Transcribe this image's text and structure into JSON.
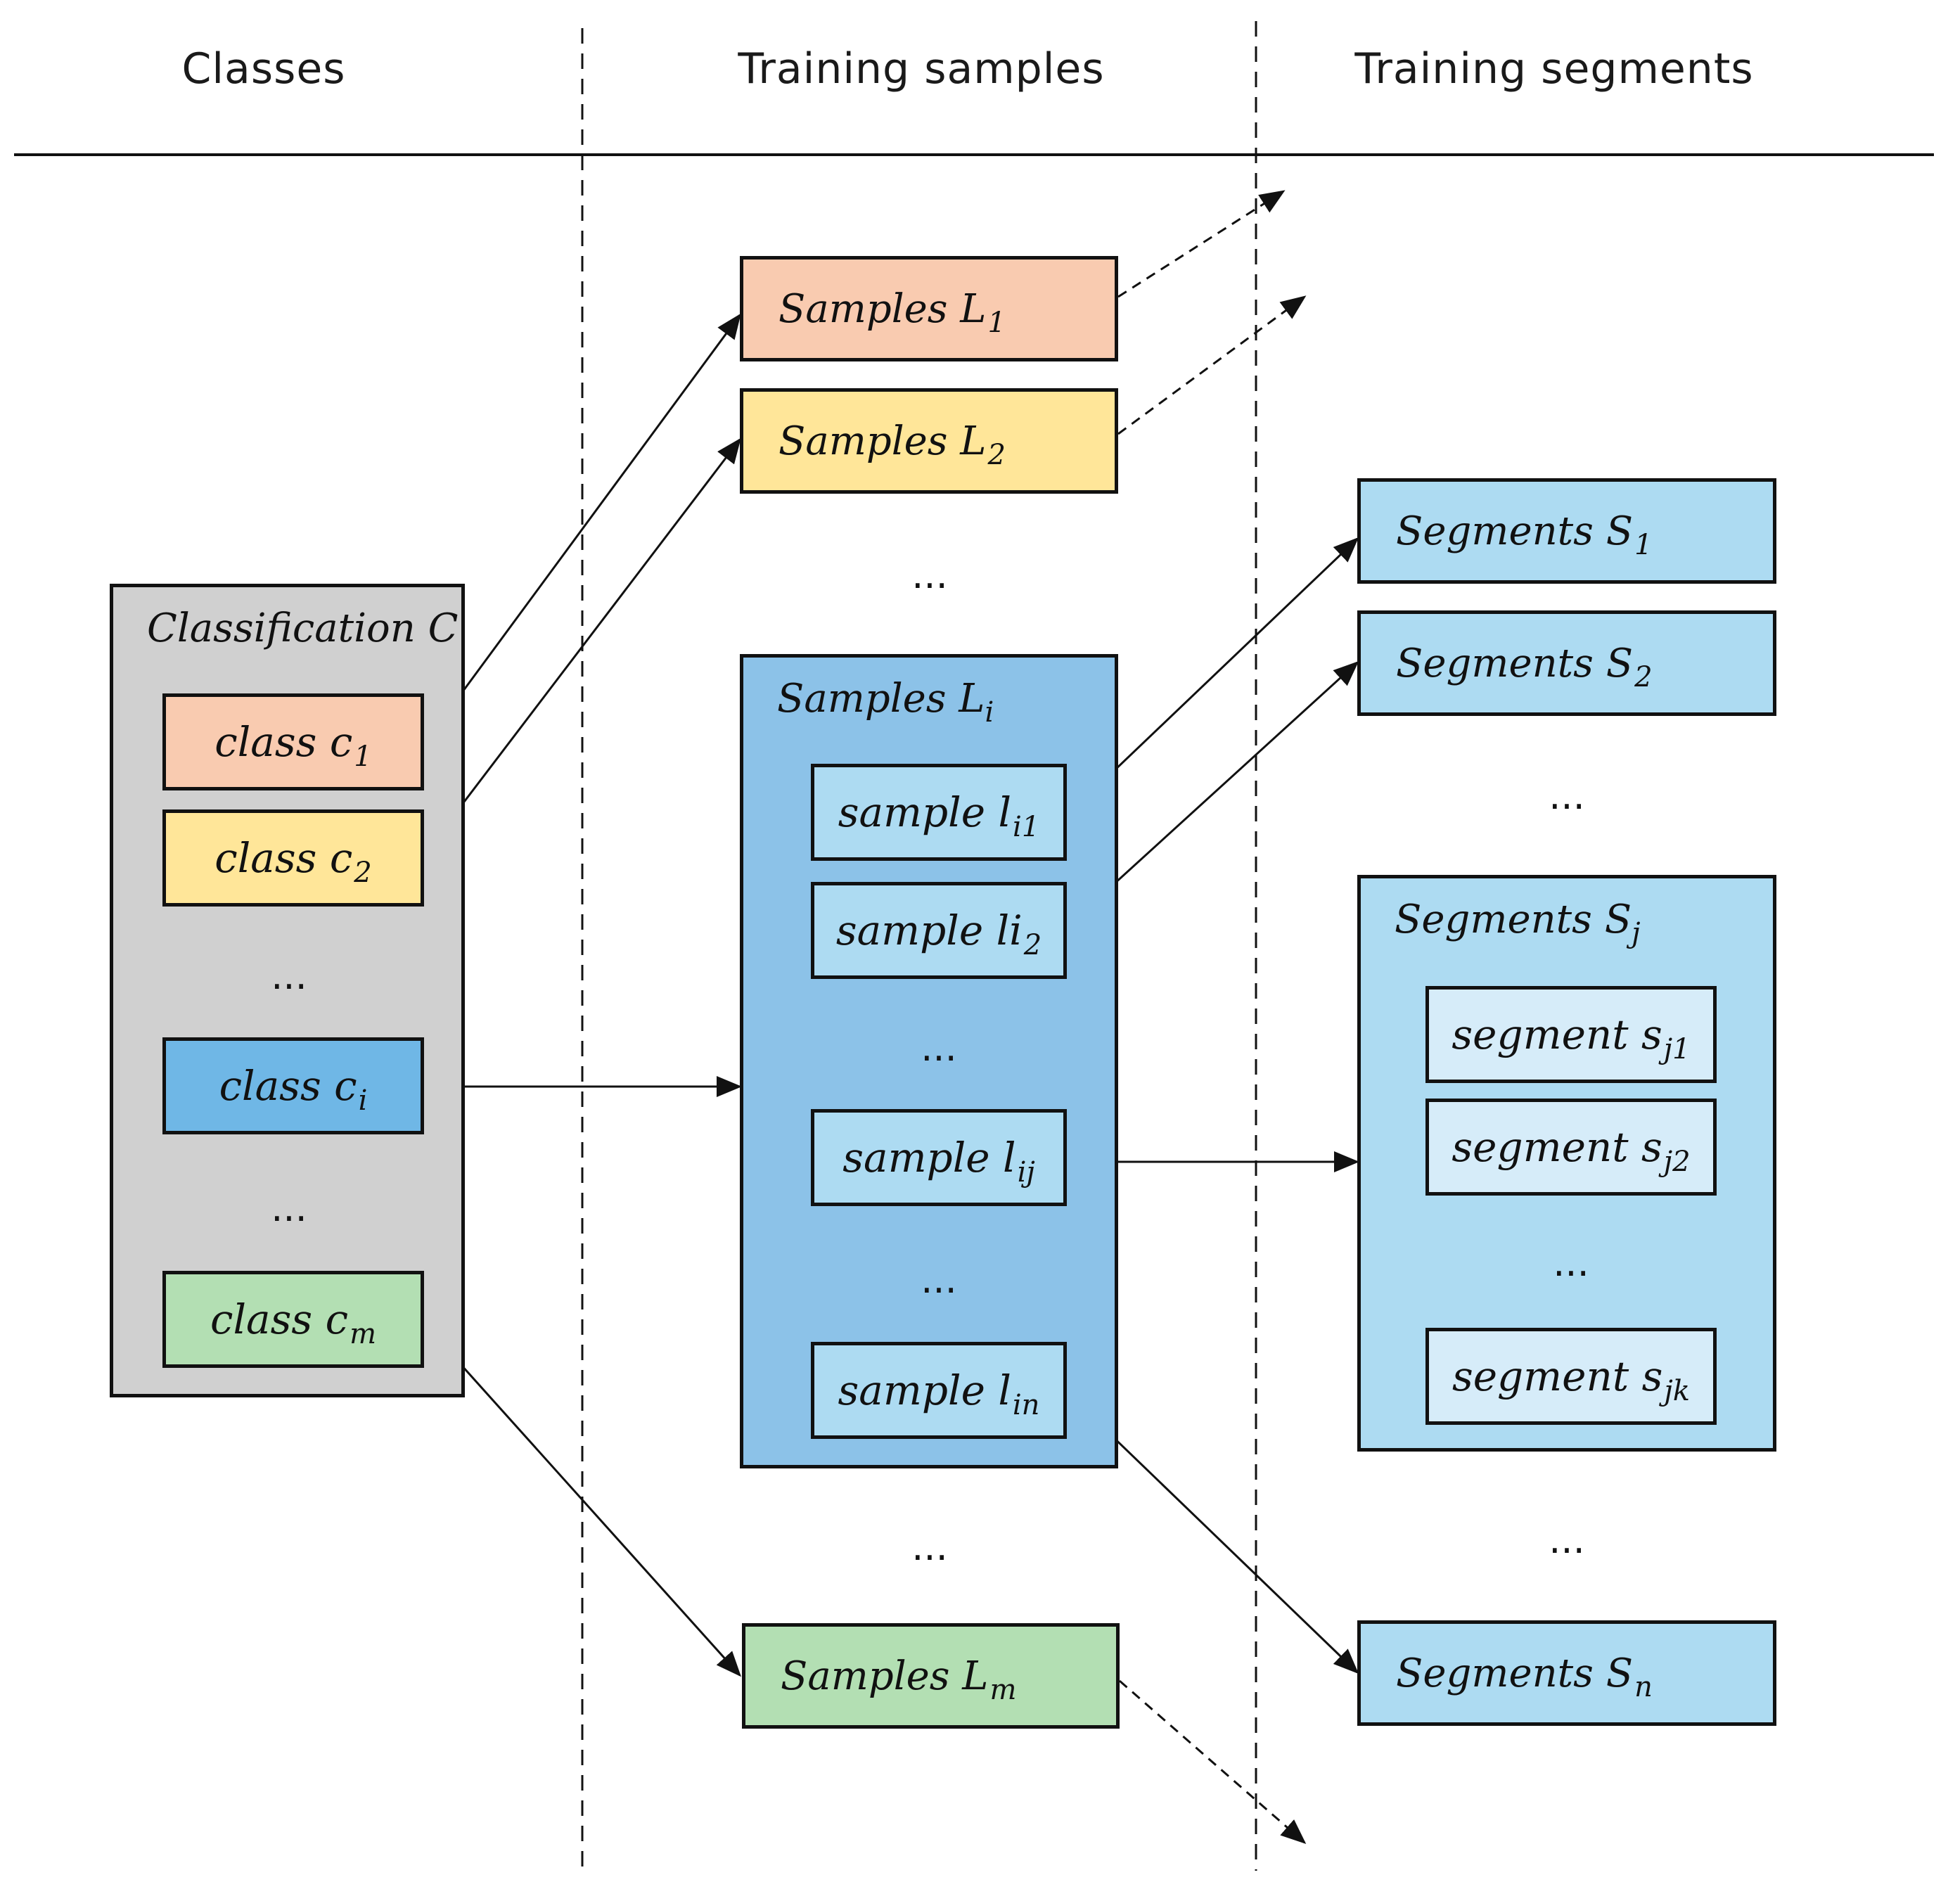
{
  "headers": {
    "classes": "Classes",
    "training_samples": "Training samples",
    "training_segments": "Training segments"
  },
  "classification": {
    "title_main": "Classification C",
    "classes": [
      {
        "main": "class c",
        "sub": "1",
        "color": "#f9cbb0"
      },
      {
        "main": "class c",
        "sub": "2",
        "color": "#ffe699"
      },
      {
        "main": "class c",
        "sub": "i",
        "color": "#6fb7e6"
      },
      {
        "main": "class c",
        "sub": "m",
        "color": "#b3dfb3"
      }
    ]
  },
  "samples": {
    "L1": {
      "main": "Samples L",
      "sub": "1"
    },
    "L2": {
      "main": "Samples L",
      "sub": "2"
    },
    "Li": {
      "main": "Samples L",
      "sub": "i"
    },
    "Lm": {
      "main": "Samples L",
      "sub": "m"
    },
    "items": [
      {
        "main": "sample l",
        "sub": "i1"
      },
      {
        "main": "sample li",
        "sub": "2"
      },
      {
        "main": "sample l",
        "sub": "ij"
      },
      {
        "main": "sample l",
        "sub": "in"
      }
    ]
  },
  "segments": {
    "S1": {
      "main": "Segments S",
      "sub": "1"
    },
    "S2": {
      "main": "Segments S",
      "sub": "2"
    },
    "Sj": {
      "main": "Segments S",
      "sub": "j"
    },
    "Sn": {
      "main": "Segments S",
      "sub": "n"
    },
    "items": [
      {
        "main": "segment s",
        "sub": "j1"
      },
      {
        "main": "segment s",
        "sub": "j2"
      },
      {
        "main": "segment s",
        "sub": "jk"
      }
    ]
  },
  "ellipsis": "..."
}
